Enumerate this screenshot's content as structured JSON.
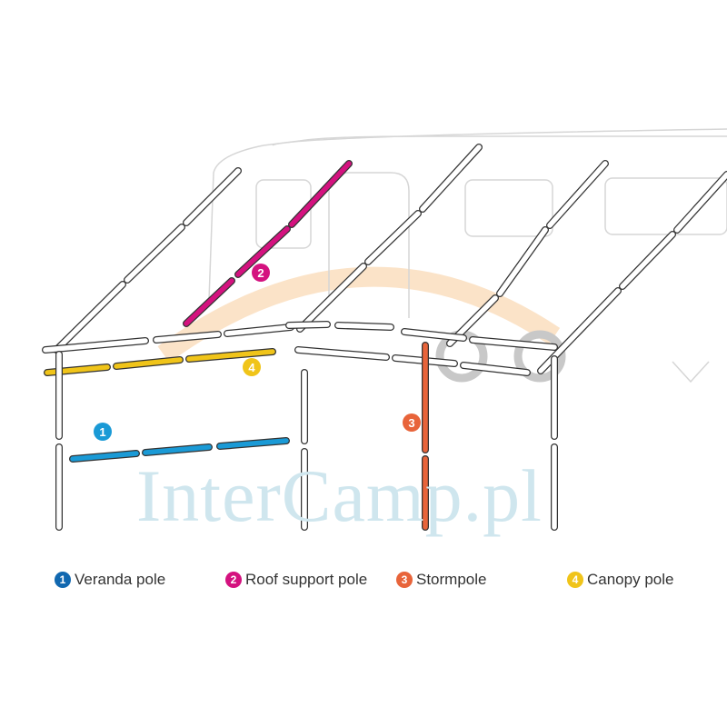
{
  "watermark": "InterCamp.pl",
  "colors": {
    "veranda": "#1a9ad6",
    "roof": "#d4127f",
    "storm": "#e8643a",
    "canopy": "#f0c419",
    "veranda_badge": "#1168b0"
  },
  "legend": [
    {
      "num": "1",
      "label": "Veranda pole"
    },
    {
      "num": "2",
      "label": "Roof support pole"
    },
    {
      "num": "3",
      "label": "Stormpole"
    },
    {
      "num": "4",
      "label": "Canopy pole"
    }
  ]
}
